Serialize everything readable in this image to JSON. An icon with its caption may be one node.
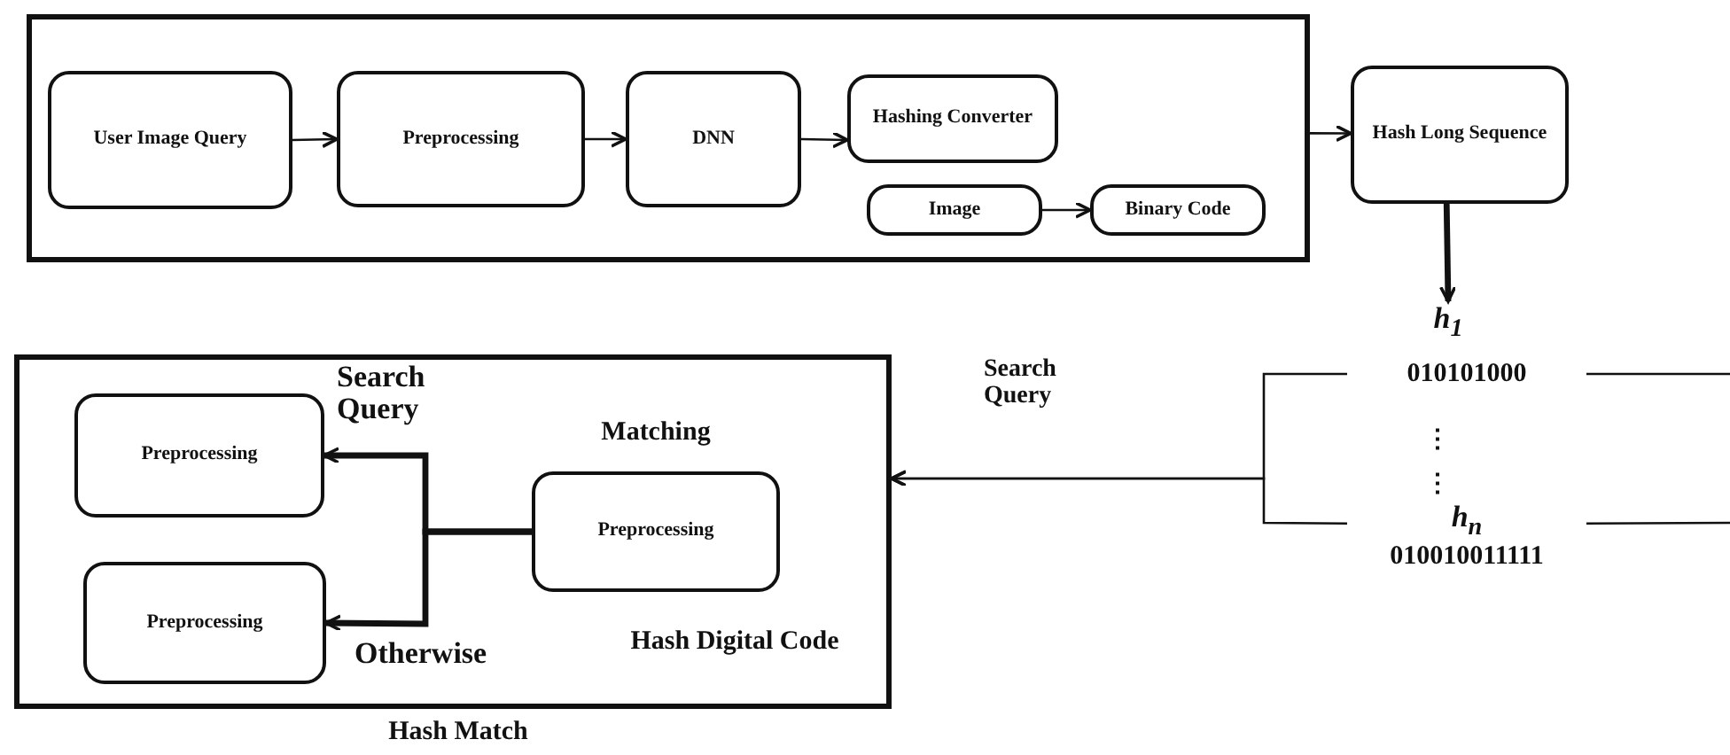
{
  "diagram": {
    "nodes": [
      {
        "text": [],
        "shape": "box"
      },
      {
        "text": [
          "User Image Query"
        ],
        "in": 0
      },
      {
        "text": [
          "Preprocessing"
        ],
        "in": 0
      },
      {
        "text": [
          "DNN"
        ],
        "in": 0
      },
      {
        "text": [
          "Hashing Converter"
        ],
        "in": 0
      },
      {
        "text": [
          "Image"
        ],
        "in": 0
      },
      {
        "text": [
          "Binary Code"
        ],
        "in": 0
      },
      {
        "text": [
          "Hash Long Sequence"
        ]
      },
      {
        "text": [
          "*h*$_{1}$"
        ]
      },
      {
        "text": [
          "010101000"
        ]
      },
      {
        "text": [
          "*h*$_{n}$",
          "010010011111"
        ]
      },
      {
        "text": [],
        "shape": "box",
        "beside": [
          "Hash Match"
        ]
      },
      {
        "text": [
          "Preprocessing"
        ],
        "in": 11
      },
      {
        "text": [
          "Preprocessing"
        ],
        "in": 11
      },
      {
        "text": [
          "Matching",
          "Preprocessing"
        ],
        "in": 11,
        "beside": [
          "Hash Digital Code"
        ]
      }
    ],
    "edges": [
      {
        "from": 1,
        "to": 2,
        "arrow": "to"
      },
      {
        "from": 2,
        "to": 3,
        "arrow": "to"
      },
      {
        "from": 3,
        "to": 4,
        "arrow": "to"
      },
      {
        "from": 5,
        "to": 6,
        "arrow": "to"
      },
      {
        "from": 0,
        "to": 7,
        "arrow": "to"
      },
      {
        "from": 7,
        "to": 8,
        "arrow": "to",
        "style": "thick"
      },
      {
        "from": 9,
        "to": 11,
        "arrow": "to",
        "label": "Search Query"
      },
      {
        "from": 10,
        "to": 11,
        "arrow": "to"
      },
      {
        "from": 14,
        "to": 12,
        "arrow": "to",
        "style": "thick",
        "label": "Search Query"
      },
      {
        "from": 14,
        "to": 13,
        "arrow": "to",
        "style": "thick",
        "label": "Otherwise"
      },
      {
        "from": 9,
        "to": null,
        "arrow": "none"
      },
      {
        "from": 10,
        "to": null,
        "arrow": "none"
      }
    ],
    "labels": [
      "⋮",
      "⋮"
    ]
  }
}
